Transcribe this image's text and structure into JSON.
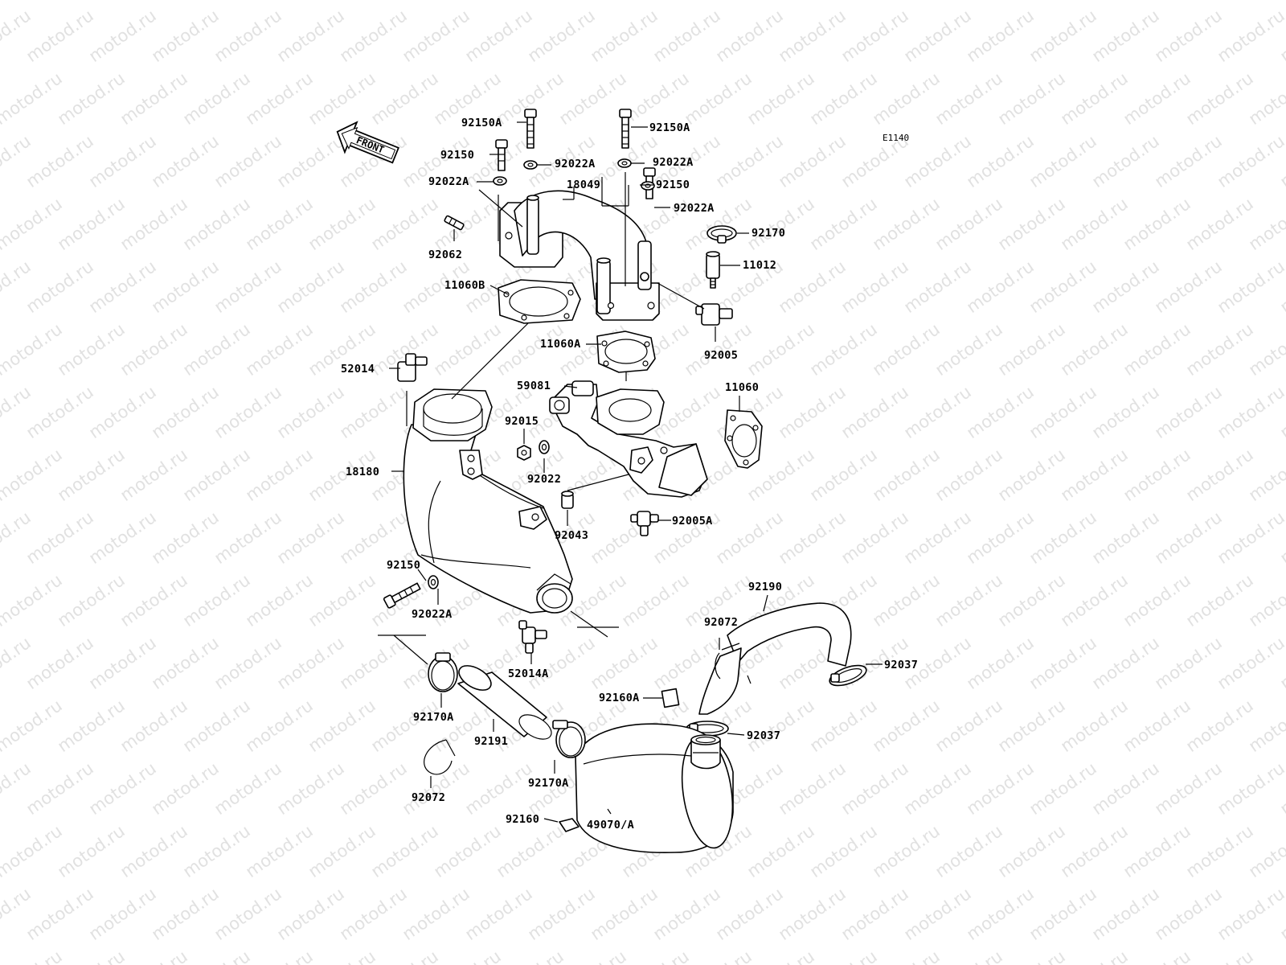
{
  "watermark": "motod.ru",
  "diagram_code": "E1140",
  "front_label": "FRONT",
  "parts": [
    {
      "id": "92150A_l",
      "label": "92150A"
    },
    {
      "id": "92150A_r",
      "label": "92150A"
    },
    {
      "id": "92150_tl",
      "label": "92150"
    },
    {
      "id": "92022A_t1",
      "label": "92022A"
    },
    {
      "id": "92022A_t2",
      "label": "92022A"
    },
    {
      "id": "92022A_l",
      "label": "92022A"
    },
    {
      "id": "18049",
      "label": "18049"
    },
    {
      "id": "92150_tr",
      "label": "92150"
    },
    {
      "id": "92022A_r",
      "label": "92022A"
    },
    {
      "id": "92170",
      "label": "92170"
    },
    {
      "id": "92062",
      "label": "92062"
    },
    {
      "id": "11012",
      "label": "11012"
    },
    {
      "id": "11060B",
      "label": "11060B"
    },
    {
      "id": "92005",
      "label": "92005"
    },
    {
      "id": "11060A",
      "label": "11060A"
    },
    {
      "id": "52014",
      "label": "52014"
    },
    {
      "id": "59081",
      "label": "59081"
    },
    {
      "id": "11060",
      "label": "11060"
    },
    {
      "id": "92015",
      "label": "92015"
    },
    {
      "id": "92022",
      "label": "92022"
    },
    {
      "id": "18180",
      "label": "18180"
    },
    {
      "id": "92005A",
      "label": "92005A"
    },
    {
      "id": "92043",
      "label": "92043"
    },
    {
      "id": "92190",
      "label": "92190"
    },
    {
      "id": "92150_b",
      "label": "92150"
    },
    {
      "id": "92022A_b",
      "label": "92022A"
    },
    {
      "id": "92072_t",
      "label": "92072"
    },
    {
      "id": "92037_t",
      "label": "92037"
    },
    {
      "id": "52014A",
      "label": "52014A"
    },
    {
      "id": "92160A",
      "label": "92160A"
    },
    {
      "id": "92170A_l",
      "label": "92170A"
    },
    {
      "id": "92191",
      "label": "92191"
    },
    {
      "id": "92037_b",
      "label": "92037"
    },
    {
      "id": "92170A_r",
      "label": "92170A"
    },
    {
      "id": "92072_b",
      "label": "92072"
    },
    {
      "id": "92160",
      "label": "92160"
    },
    {
      "id": "49070/A",
      "label": "49070/A"
    }
  ]
}
